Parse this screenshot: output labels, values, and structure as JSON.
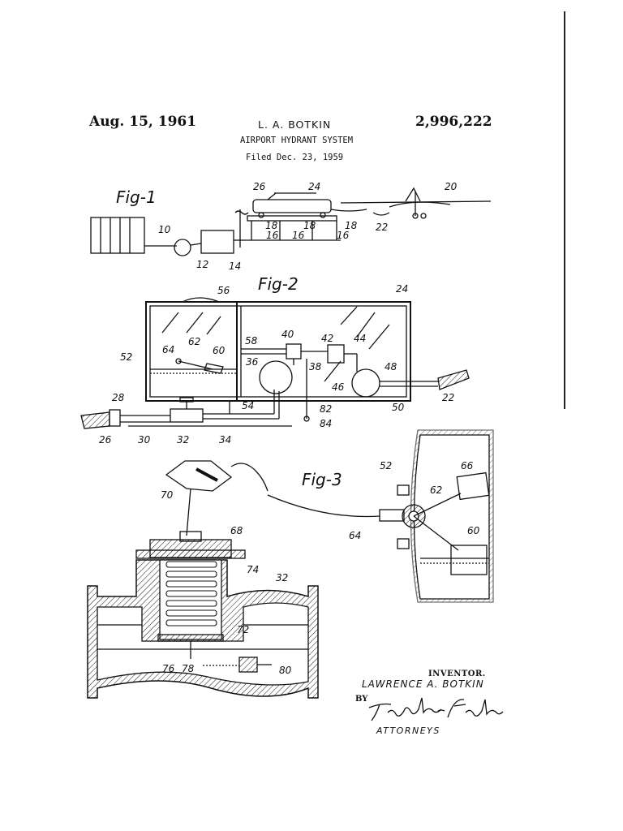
{
  "header": {
    "date": "Aug. 15, 1961",
    "inventor_short": "L. A. BOTKIN",
    "patent_number": "2,996,222",
    "title": "AIRPORT HYDRANT SYSTEM",
    "filed": "Filed Dec. 23, 1959"
  },
  "figures": {
    "fig1_label": "Fig-1",
    "fig2_label": "Fig-2",
    "fig3_label": "Fig-3"
  },
  "ref_numerals": {
    "n10": "10",
    "n12": "12",
    "n14": "14",
    "n16": "16",
    "n18": "18",
    "n20": "20",
    "n22": "22",
    "n24": "24",
    "n26": "26",
    "n28": "28",
    "n30": "30",
    "n32": "32",
    "n34": "34",
    "n36": "36",
    "n38": "38",
    "n40": "40",
    "n42": "42",
    "n44": "44",
    "n46": "46",
    "n48": "48",
    "n50": "50",
    "n52": "52",
    "n54": "54",
    "n56": "56",
    "n58": "58",
    "n60": "60",
    "n62": "62",
    "n64": "64",
    "n66": "66",
    "n68": "68",
    "n70": "70",
    "n72": "72",
    "n74": "74",
    "n76": "76",
    "n78": "78",
    "n80": "80",
    "n82": "82",
    "n84": "84"
  },
  "signature": {
    "inventor_label": "INVENTOR.",
    "inventor_name": "LAWRENCE A. BOTKIN",
    "by_label": "BY",
    "signature_text": "Toulmin & Toulmin",
    "attorneys_label": "ATTORNEYS"
  }
}
